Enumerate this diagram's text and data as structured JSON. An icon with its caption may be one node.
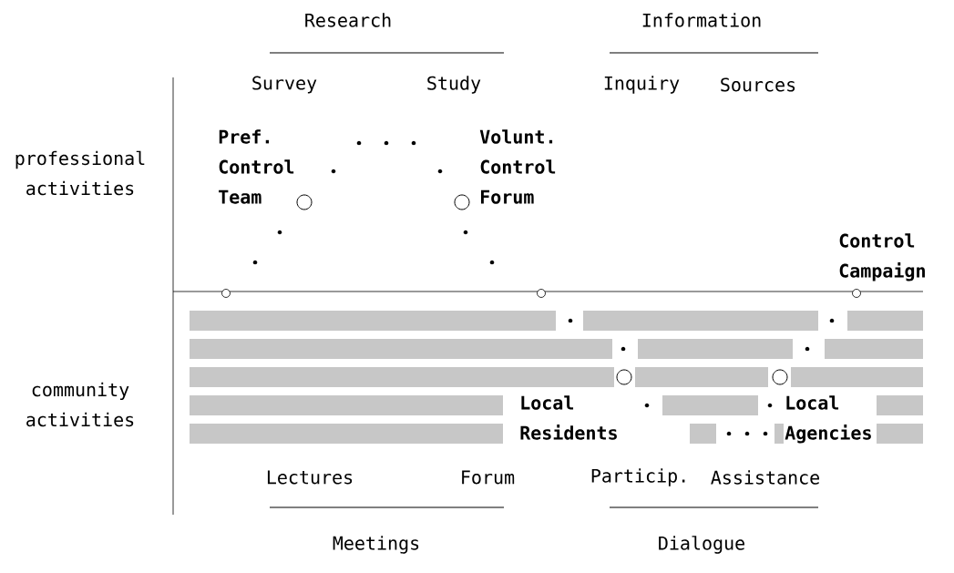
{
  "diagram": {
    "labels": [
      "Research",
      "Information",
      "Survey",
      "Study",
      "Inquiry",
      "Sources",
      "Pref. Control Team",
      "Volunt. Control Forum",
      "professional activities",
      "Control Campaign",
      "community activities",
      "Local Residents",
      "Local Agencies",
      "Lectures",
      "Forum",
      "Particip.",
      "Assistance",
      "Meetings",
      "Dialogue"
    ]
  }
}
